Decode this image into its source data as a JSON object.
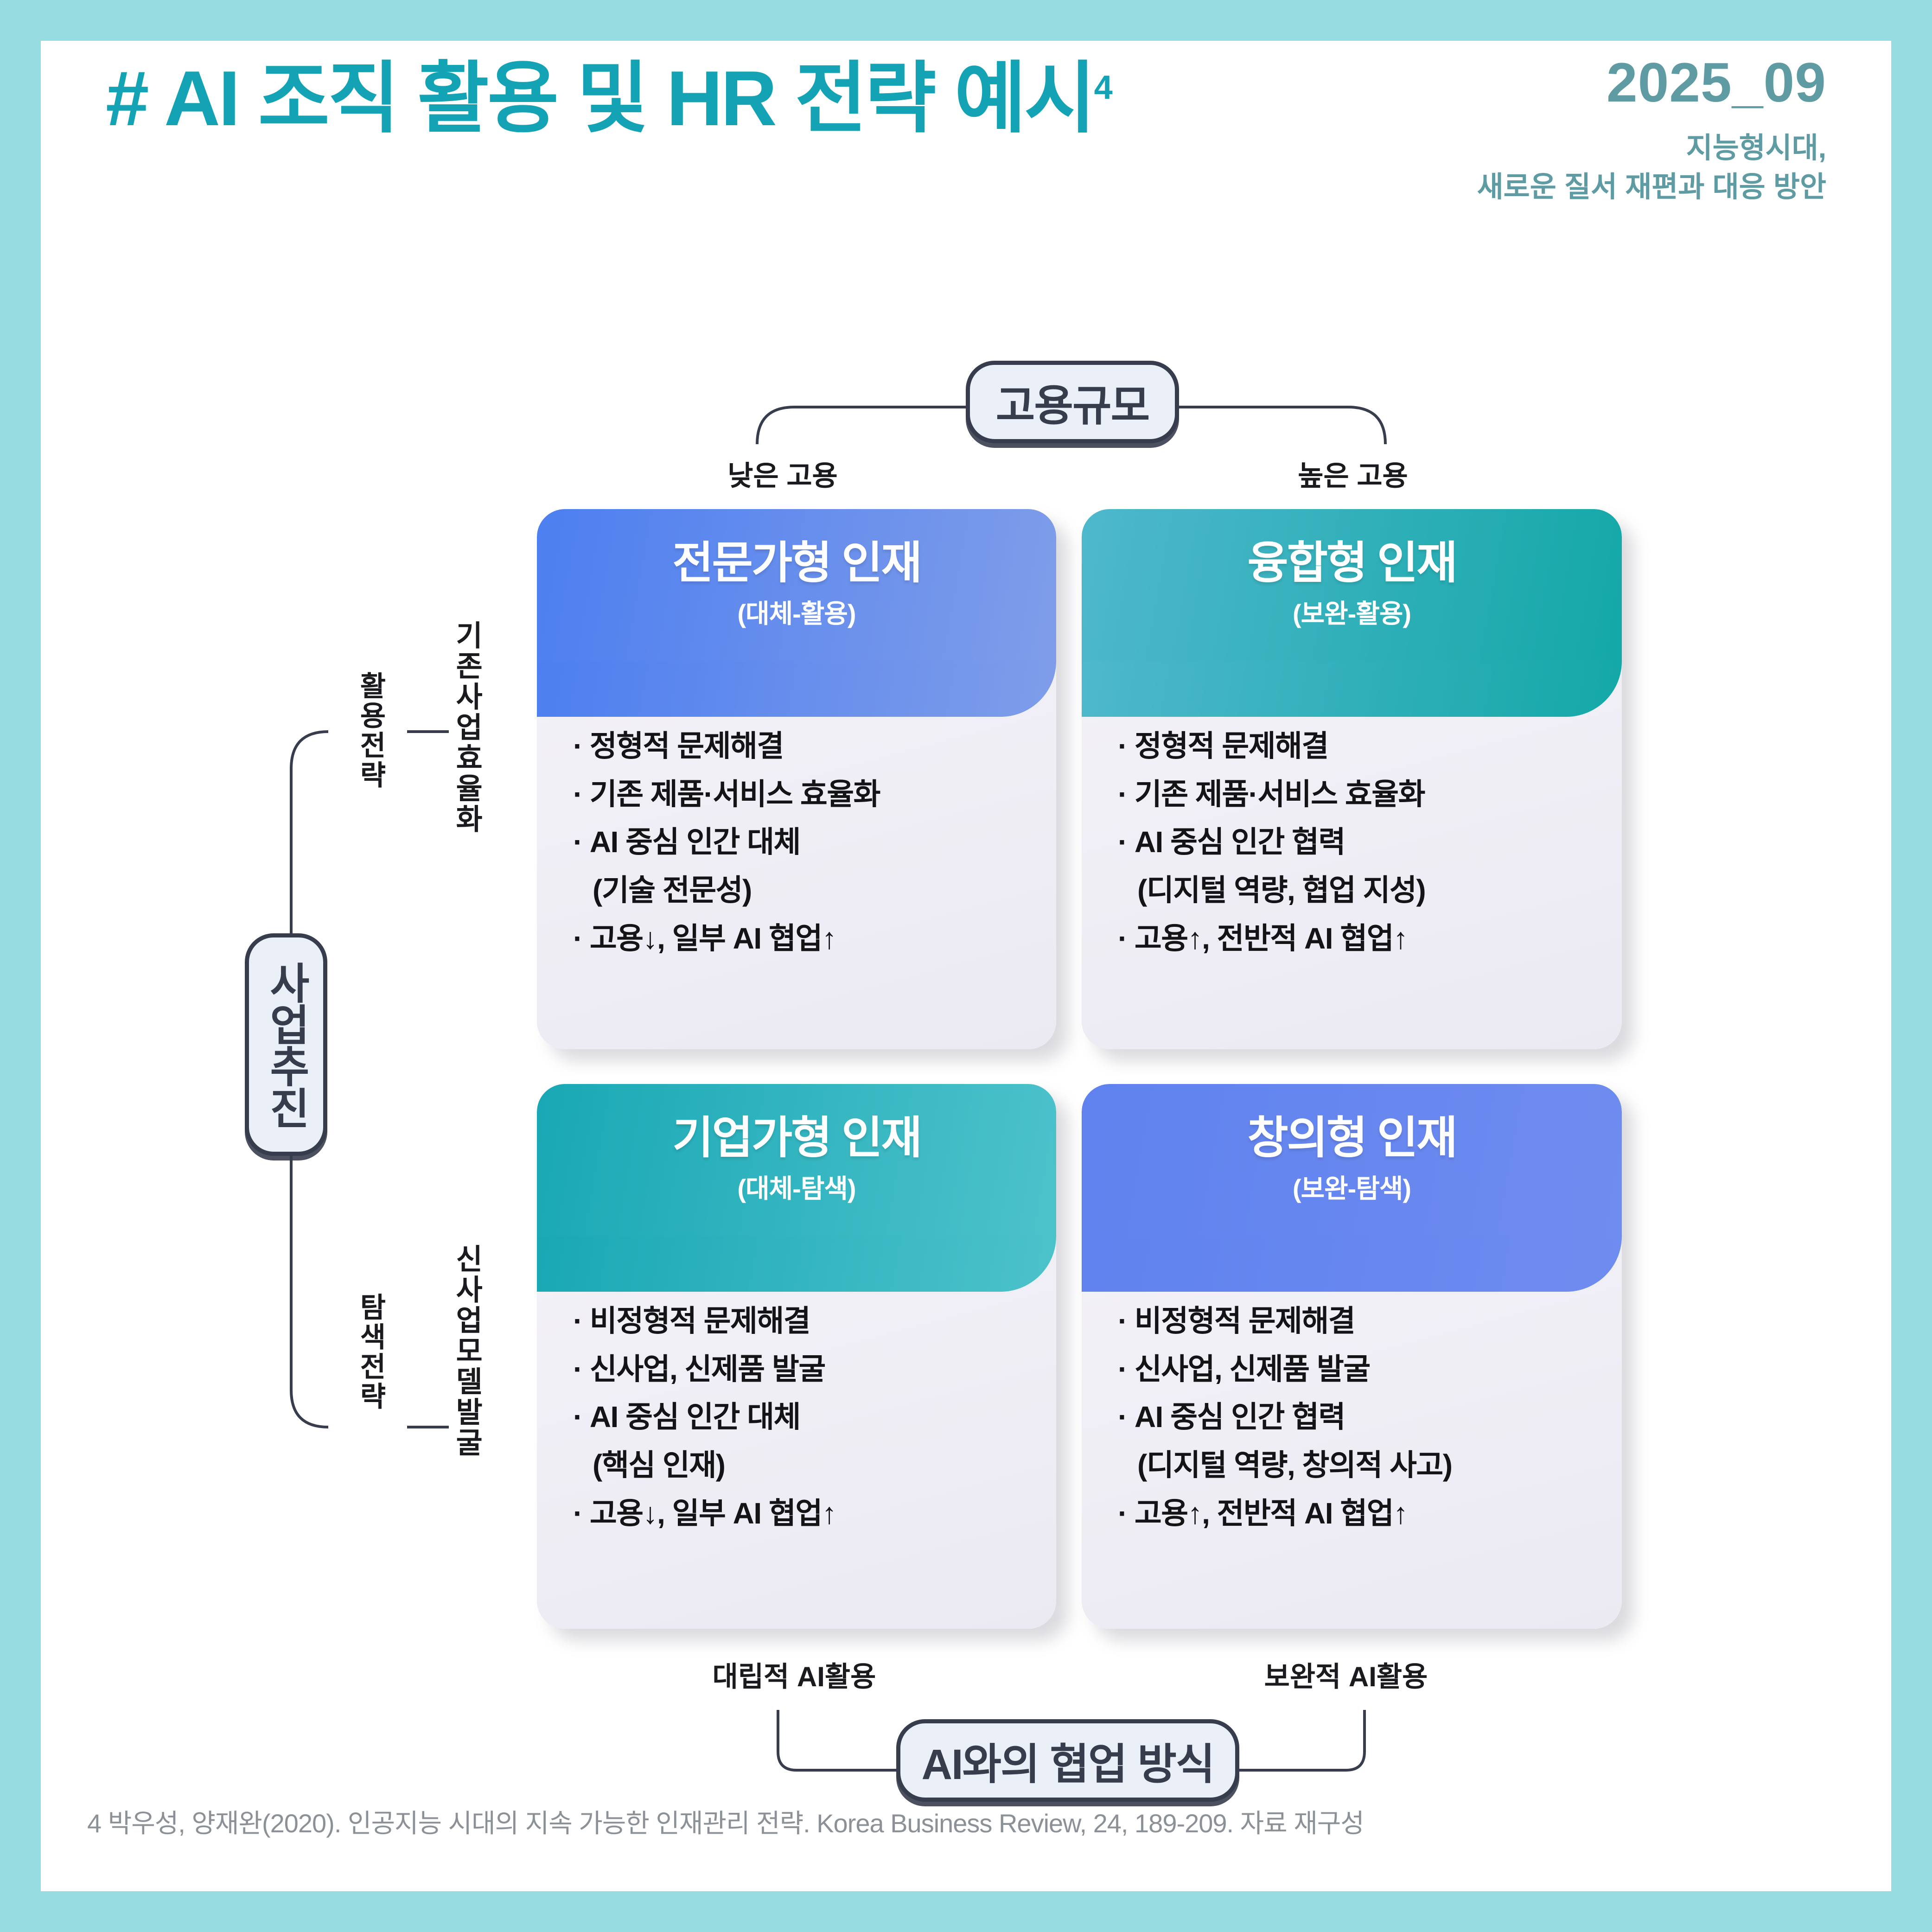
{
  "header": {
    "title": "# AI 조직 활용 및 HR 전략 예시",
    "title_superscript": "4",
    "issue_date": "2025_09",
    "issue_subtitle": "지능형시대,\n새로운 질서 재편과 대응 방안",
    "title_color": "#14a3b5",
    "issue_color": "#5f9ba3"
  },
  "axes": {
    "top": {
      "badge": "고용규모",
      "left_label": "낮은 고용",
      "right_label": "높은 고용"
    },
    "left": {
      "badge": "사업추진",
      "top_strategy": "활용전략",
      "top_detail": "기존사업효율화",
      "bottom_strategy": "탐색전략",
      "bottom_detail": "신사업모델발굴"
    },
    "bottom": {
      "badge": "AI와의 협업 방식",
      "left_label": "대립적 AI활용",
      "right_label": "보완적 AI활용"
    }
  },
  "quadrants": [
    {
      "id": "top-left",
      "title": "전문가형 인재",
      "subtitle": "(대체-활용)",
      "accent": "#4d7ff0",
      "bullets": [
        {
          "text": "정형적 문제해결",
          "bulleted": true
        },
        {
          "text": "기존 제품·서비스 효율화",
          "bulleted": true
        },
        {
          "text": "AI 중심 인간 대체",
          "bulleted": true
        },
        {
          "text": "(기술 전문성)",
          "bulleted": false
        },
        {
          "text": "고용↓, 일부 AI 협업↑",
          "bulleted": true
        }
      ]
    },
    {
      "id": "top-right",
      "title": "융합형 인재",
      "subtitle": "(보완-활용)",
      "accent": "#14a8a8",
      "bullets": [
        {
          "text": "정형적 문제해결",
          "bulleted": true
        },
        {
          "text": "기존 제품·서비스 효율화",
          "bulleted": true
        },
        {
          "text": "AI 중심 인간 협력",
          "bulleted": true
        },
        {
          "text": "(디지털 역량, 협업 지성)",
          "bulleted": false
        },
        {
          "text": "고용↑, 전반적 AI 협업↑",
          "bulleted": true
        }
      ]
    },
    {
      "id": "bottom-left",
      "title": "기업가형 인재",
      "subtitle": "(대체-탐색)",
      "accent": "#19a8b5",
      "bullets": [
        {
          "text": "비정형적 문제해결",
          "bulleted": true
        },
        {
          "text": "신사업, 신제품 발굴",
          "bulleted": true
        },
        {
          "text": "AI 중심 인간 대체",
          "bulleted": true
        },
        {
          "text": "(핵심 인재)",
          "bulleted": false
        },
        {
          "text": "고용↓, 일부 AI 협업↑",
          "bulleted": true
        }
      ]
    },
    {
      "id": "bottom-right",
      "title": "창의형 인재",
      "subtitle": "(보완-탐색)",
      "accent": "#5f82ee",
      "bullets": [
        {
          "text": "비정형적 문제해결",
          "bulleted": true
        },
        {
          "text": "신사업, 신제품 발굴",
          "bulleted": true
        },
        {
          "text": "AI 중심 인간 협력",
          "bulleted": true
        },
        {
          "text": "(디지털 역량, 창의적 사고)",
          "bulleted": false
        },
        {
          "text": "고용↑, 전반적 AI 협업↑",
          "bulleted": true
        }
      ]
    }
  ],
  "footnote": "4 박우성, 양재완(2020). 인공지능 시대의 지속 가능한 인재관리 전략. Korea Business Review, 24, 189-209. 자료 재구성",
  "colors": {
    "page_border": "#97dce0",
    "badge_fill": "#eaeff8",
    "badge_border": "#383d4e",
    "card_body_bg": "#f2f1f7",
    "footnote_text": "#8b9197"
  }
}
